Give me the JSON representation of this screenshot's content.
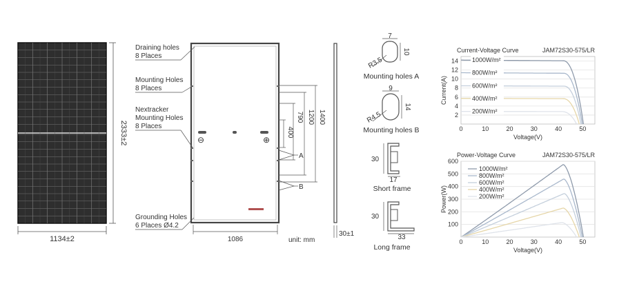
{
  "panel": {
    "width_label": "1134±2",
    "height_label": "2333±2"
  },
  "back_view": {
    "callouts": [
      {
        "line1": "Draining holes",
        "line2": "8 Places"
      },
      {
        "line1": "Mounting Holes",
        "line2": "8 Places"
      },
      {
        "line1": "Nextracker",
        "line2": "Mounting Holes",
        "line3": "8 Places"
      },
      {
        "line1": "Grounding Holes",
        "line2": "6 Places Ø4.2"
      }
    ],
    "dim_1400": "1400",
    "dim_1200": "1200",
    "dim_790": "790",
    "dim_400": "400",
    "marker_a": "A",
    "marker_b": "B",
    "dim_1086": "1086",
    "symbol_minus": "⊖",
    "symbol_plus": "⊕",
    "unit": "unit: mm"
  },
  "side_view": {
    "thickness": "30±1"
  },
  "holes": {
    "a": {
      "label": "Mounting holes A",
      "w": "7",
      "h": "10",
      "r": "R3.5"
    },
    "b": {
      "label": "Mounting holes B",
      "w": "9",
      "h": "14",
      "r": "R4.5"
    }
  },
  "frames": {
    "short": {
      "label": "Short frame",
      "h": "30",
      "w": "17"
    },
    "long": {
      "label": "Long frame",
      "h": "30",
      "w": "33"
    }
  },
  "chart_data": [
    {
      "type": "line",
      "title": "Current-Voltage Curve",
      "model": "JAM72S30-575/LR",
      "xlabel": "Voltage(V)",
      "ylabel": "Current(A)",
      "xlim": [
        0,
        55
      ],
      "ylim": [
        0,
        15
      ],
      "xticks": [
        "0",
        "10",
        "20",
        "30",
        "40",
        "50"
      ],
      "yticks": [
        "2",
        "4",
        "6",
        "8",
        "10",
        "12",
        "14"
      ],
      "series": [
        {
          "name": "1000W/m²",
          "color": "#8e9aab",
          "isc": 14.2,
          "voc": 50.3,
          "knee": 42.0
        },
        {
          "name": "800W/m²",
          "color": "#a9b8cc",
          "isc": 11.4,
          "voc": 49.8,
          "knee": 42.2
        },
        {
          "name": "600W/m²",
          "color": "#c4cfdc",
          "isc": 8.5,
          "voc": 49.3,
          "knee": 42.4
        },
        {
          "name": "400W/m²",
          "color": "#e6d6a8",
          "isc": 5.7,
          "voc": 48.6,
          "knee": 42.0
        },
        {
          "name": "200W/m²",
          "color": "#dfe3ea",
          "isc": 2.8,
          "voc": 47.5,
          "knee": 41.5
        }
      ]
    },
    {
      "type": "line",
      "title": "Power-Voltage Curve",
      "model": "JAM72S30-575/LR",
      "xlabel": "Voltage(V)",
      "ylabel": "Power(W)",
      "xlim": [
        0,
        55
      ],
      "ylim": [
        0,
        600
      ],
      "xticks": [
        "0",
        "10",
        "20",
        "30",
        "40",
        "50"
      ],
      "yticks": [
        "100",
        "200",
        "300",
        "400",
        "500",
        "600"
      ],
      "series": [
        {
          "name": "1000W/m²",
          "color": "#8e9aab",
          "pmax": 575,
          "vmp": 42.0,
          "voc": 50.3
        },
        {
          "name": "800W/m²",
          "color": "#a9b8cc",
          "pmax": 460,
          "vmp": 42.2,
          "voc": 49.8
        },
        {
          "name": "600W/m²",
          "color": "#c4cfdc",
          "pmax": 345,
          "vmp": 42.4,
          "voc": 49.3
        },
        {
          "name": "400W/m²",
          "color": "#e6d6a8",
          "pmax": 230,
          "vmp": 42.0,
          "voc": 48.6
        },
        {
          "name": "200W/m²",
          "color": "#dfe3ea",
          "pmax": 115,
          "vmp": 41.5,
          "voc": 47.5
        }
      ]
    }
  ]
}
